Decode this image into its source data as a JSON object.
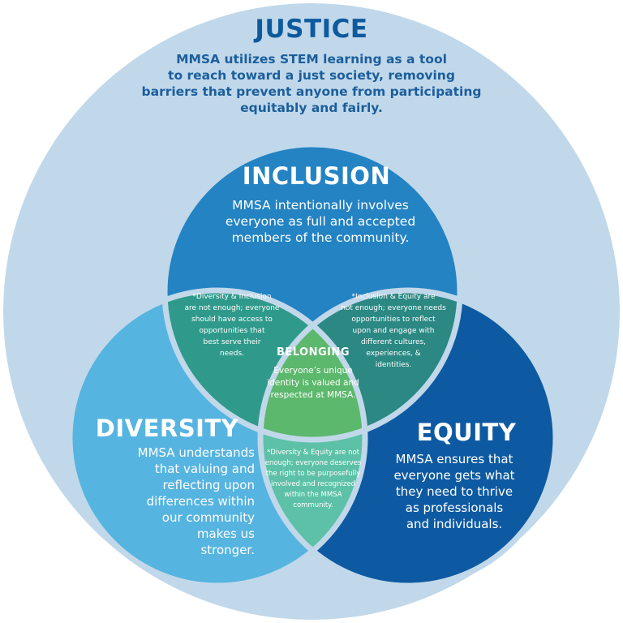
{
  "colors": {
    "justice": "#c1d8ea",
    "inclusion": "#2383c3",
    "diversity": "#56b4e0",
    "equity": "#0e5aa2",
    "inclusion_diversity": "#2f9a8b",
    "inclusion_equity": "#2b8883",
    "diversity_equity": "#5cc1a6",
    "belonging": "#5cb86c",
    "outline": "#c1d8ea"
  },
  "justice": {
    "title": "JUSTICE",
    "body": "MMSA utilizes STEM learning as a tool\nto  reach toward a just society, removing\nbarriers that prevent anyone from participating\nequitably and fairly."
  },
  "inclusion": {
    "title": "INCLUSION",
    "body": "MMSA intentionally involves\neveryone as full and accepted\nmembers of the community."
  },
  "diversity": {
    "title": "DIVERSITY",
    "body": "MMSA understands\nthat valuing and\nreflecting upon\ndifferences within\nour community\nmakes us\nstronger."
  },
  "equity": {
    "title": "EQUITY",
    "body": "MMSA ensures that\neveryone gets what\nthey need to thrive\nas professionals\nand individuals."
  },
  "diversity_inclusion": {
    "body": "*Diversity & Inclusion\nare not enough; everyone\nshould have access to\nopportunities that\nbest serve their\nneeds."
  },
  "inclusion_equity": {
    "body": "*Inclusion & Equity are\nnot enough; everyone needs\nopportunities to reflect\nupon and engage with\ndifferent cultures,\nexperiences, &\nidentities."
  },
  "diversity_equity": {
    "body": "*Diversity & Equity are not\nenough; everyone deserves\nthe right to be purposefully\ninvolved and recognized\nwithin the MMSA\ncommunity."
  },
  "belonging": {
    "title": "BELONGING",
    "body": "Everyone’s unique\nidentity is valued and\nrespected at MMSA."
  }
}
